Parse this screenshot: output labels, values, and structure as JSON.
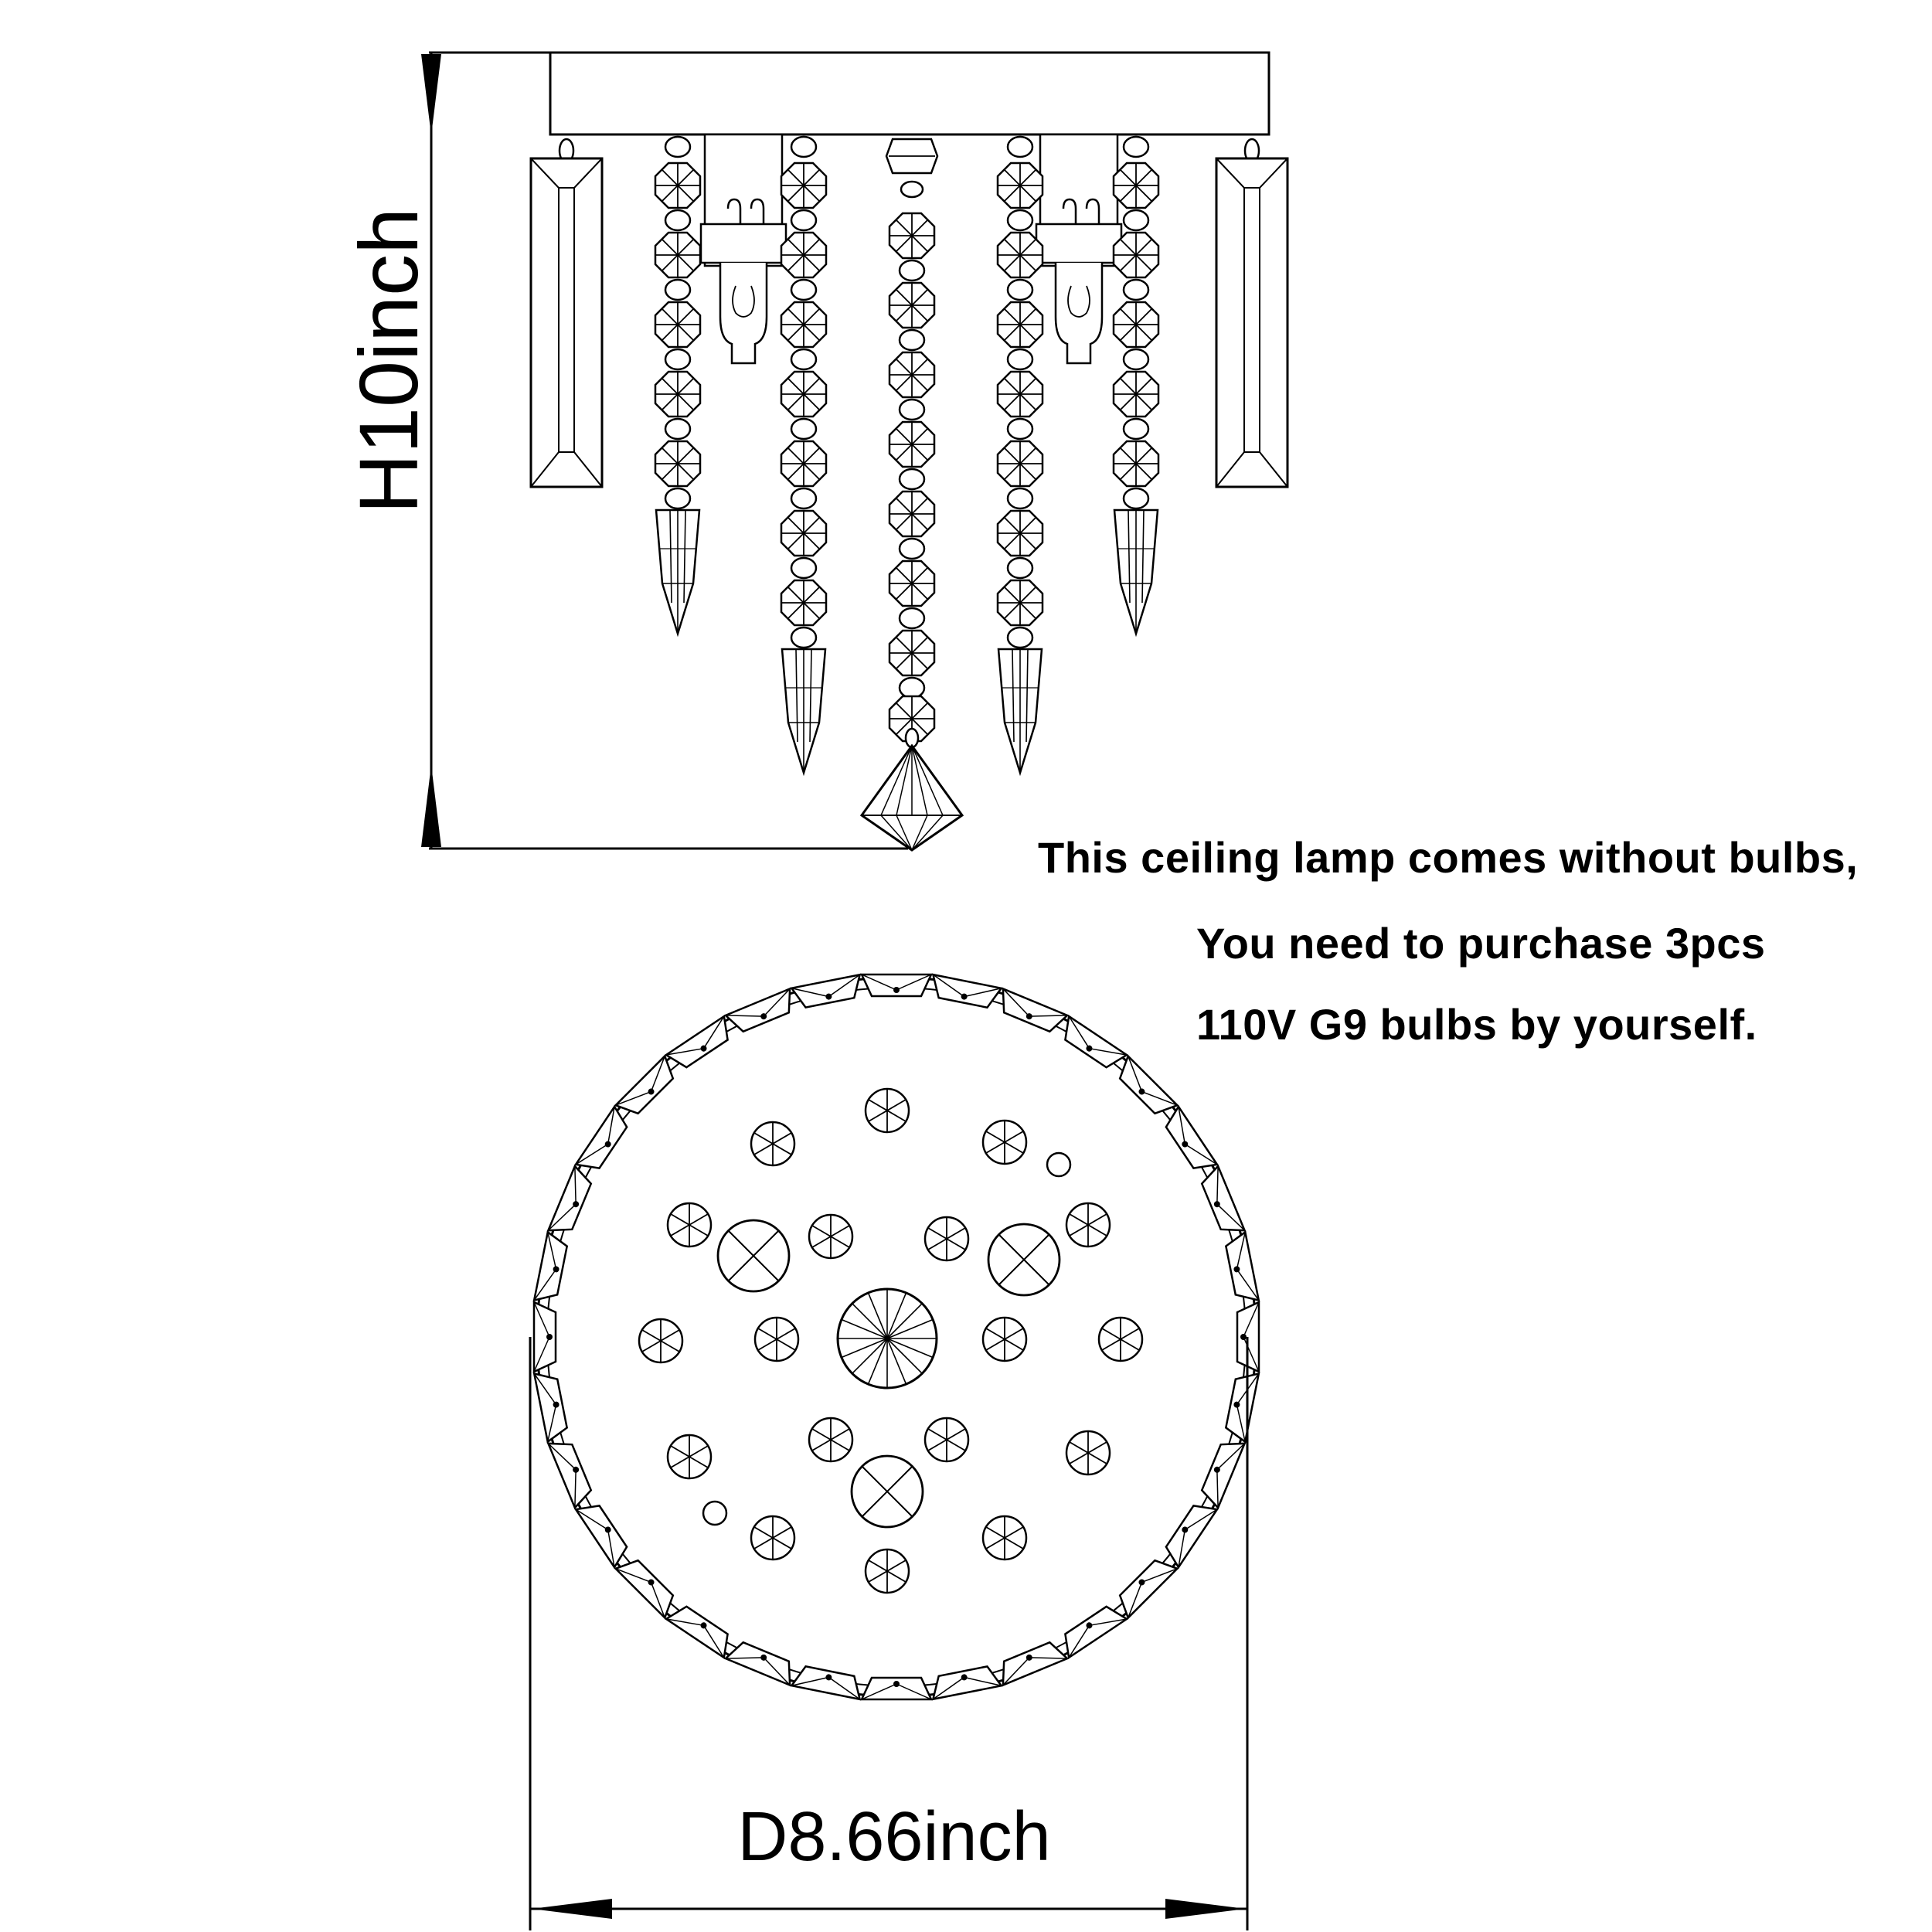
{
  "dimensions": {
    "height_label": "H10inch",
    "diameter_label": "D8.66inch"
  },
  "note": {
    "line1": "This ceiling lamp comes without bulbs,",
    "line2": "You need to purchase 3pcs",
    "line3": "110V G9 bulbs by yourself."
  },
  "colors": {
    "line": "#000000",
    "background": "#ffffff"
  }
}
